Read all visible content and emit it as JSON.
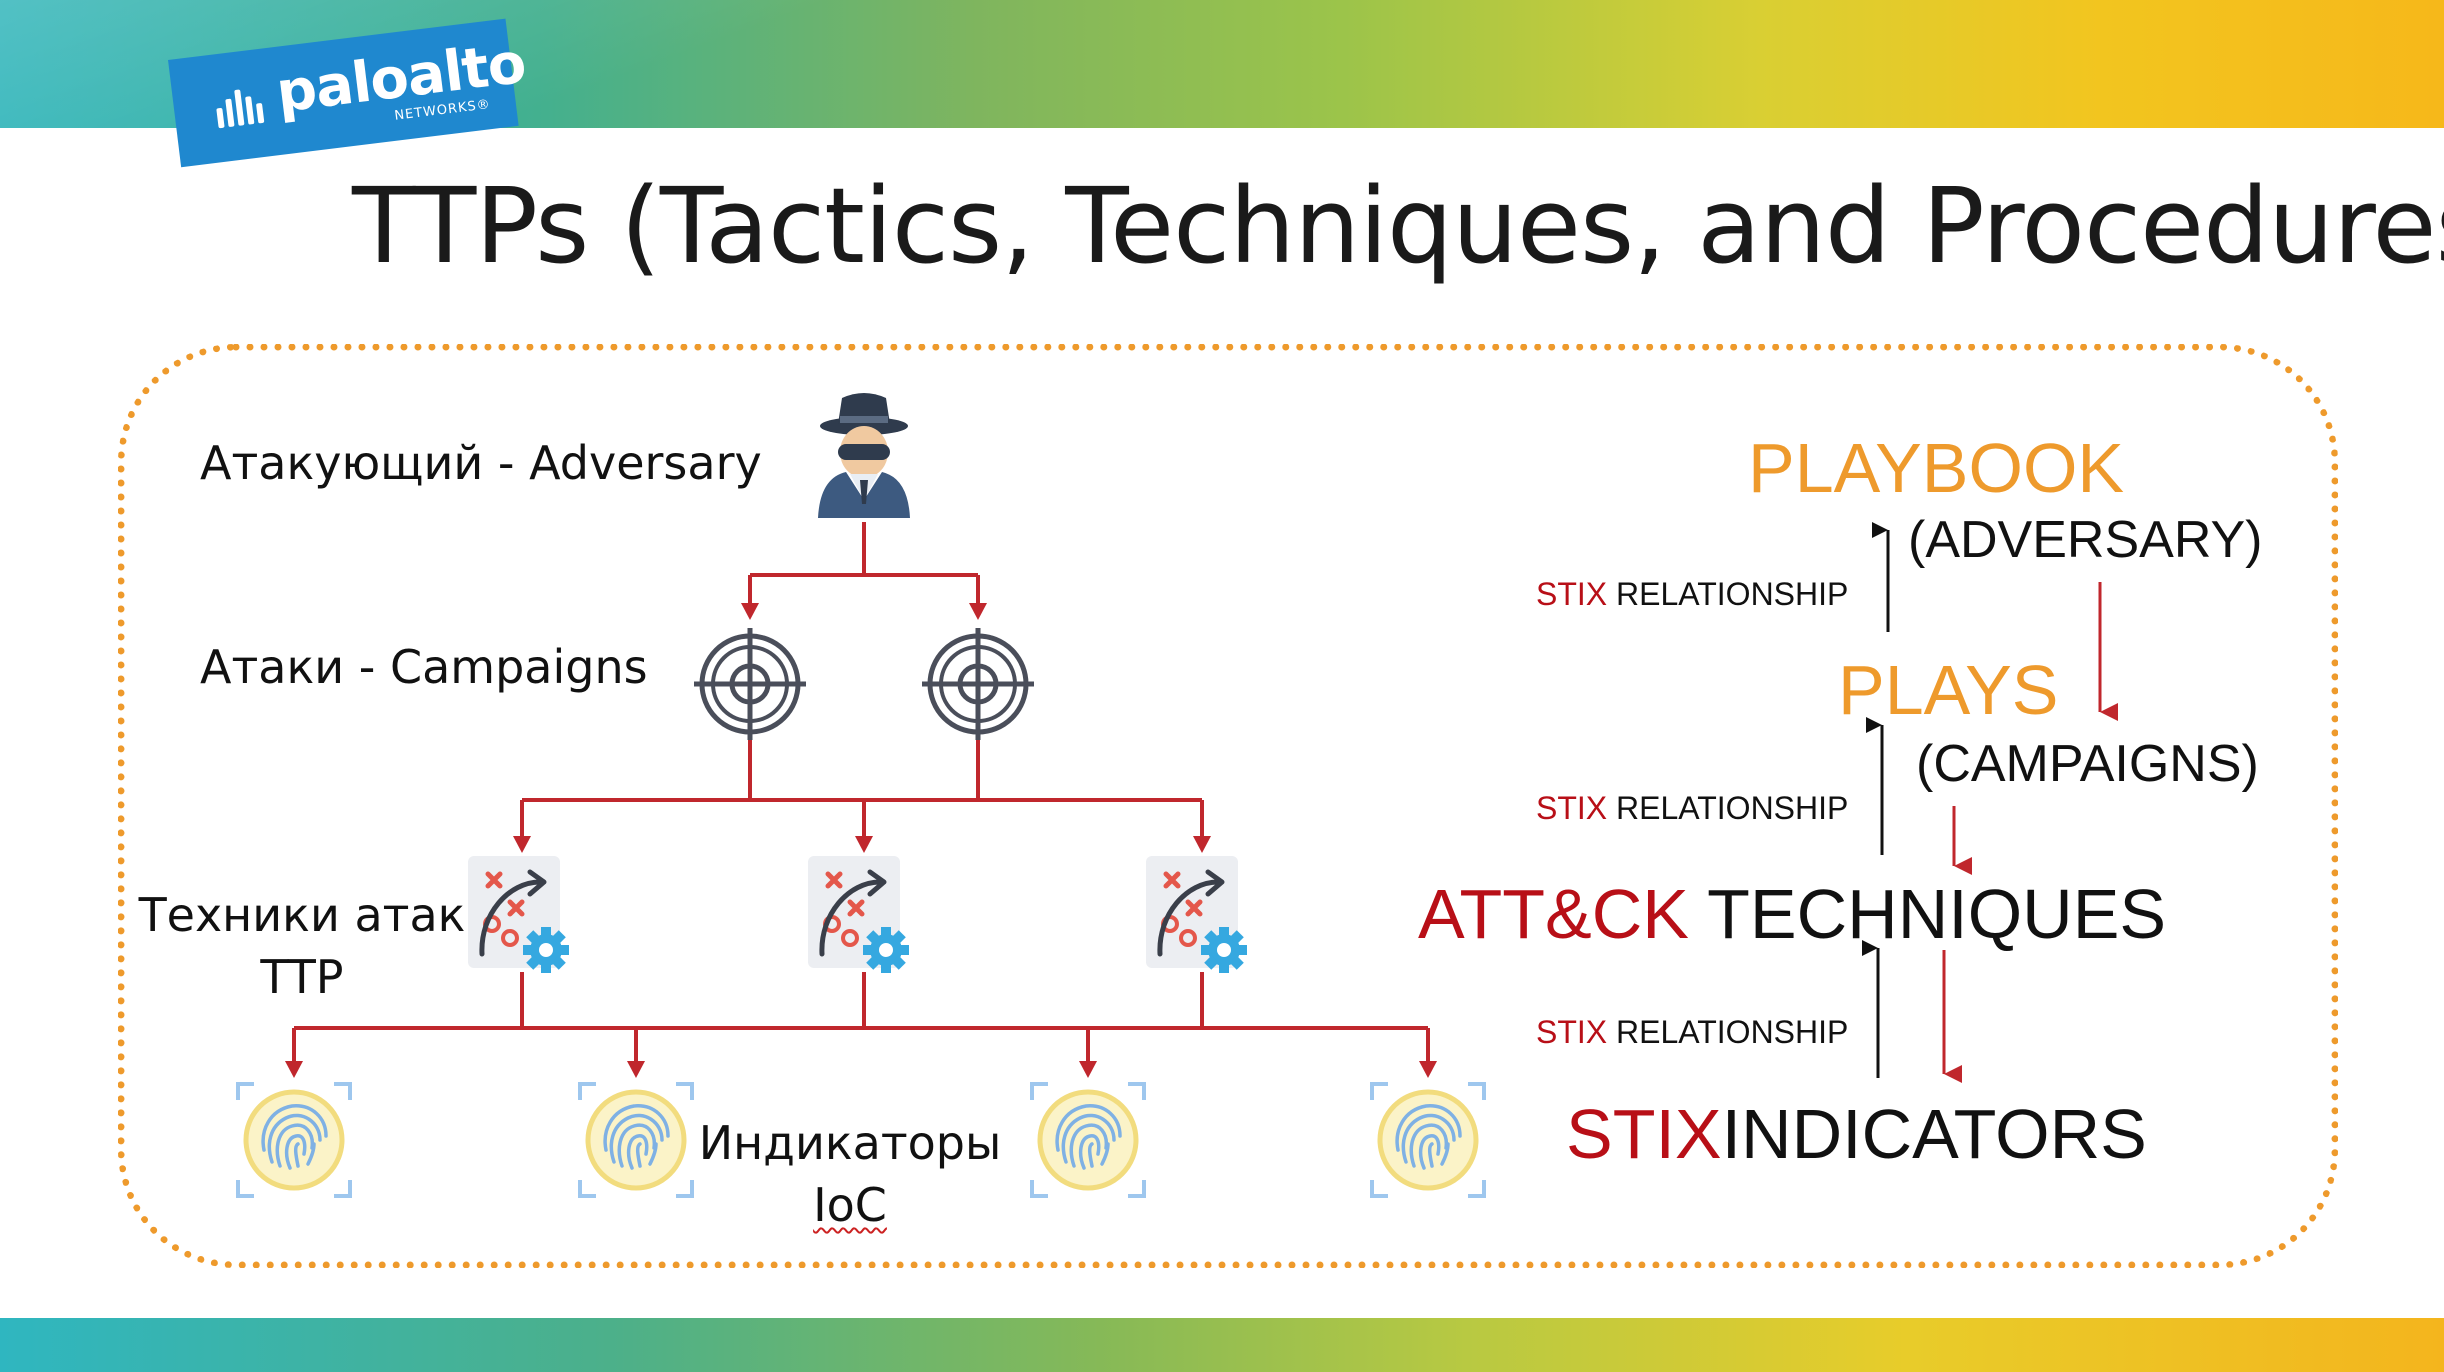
{
  "slide": {
    "title": "TTPs (Tactics, Techniques, and Procedures)",
    "colors": {
      "accent_orange": "#ee9a2c",
      "accent_red": "#b80f17",
      "connector_red": "#c0272d",
      "brand_blue": "#1f88cf"
    }
  },
  "logo": {
    "name": "paloalto",
    "sub": "NETWORKS®",
    "icon": "paloalto-logo-icon"
  },
  "tree": {
    "adversary_label": "Атакующий - Adversary",
    "campaigns_label": "Атаки - Campaigns",
    "techniques_label_line1": "Техники атак",
    "techniques_label_line2": "TTP",
    "indicators_label_line1": "Индикаторы",
    "indicators_label_line2": "IoC",
    "icons": {
      "adversary": "spy-hacker-icon",
      "campaign": "crosshair-target-icon",
      "technique": "tactics-playbook-gear-icon",
      "indicator": "fingerprint-scan-icon"
    }
  },
  "model": {
    "playbook": "PLAYBOOK",
    "playbook_sub": "(ADVERSARY)",
    "plays": "PLAYS",
    "plays_sub": "(CAMPAIGNS)",
    "attck_prefix": "ATT&CK",
    "attck_rest": "TECHNIQUES",
    "stix_prefix": "STIX",
    "indicators": "INDICATORS",
    "relationship_prefix": "STIX",
    "relationship_word": "RELATIONSHIP"
  }
}
